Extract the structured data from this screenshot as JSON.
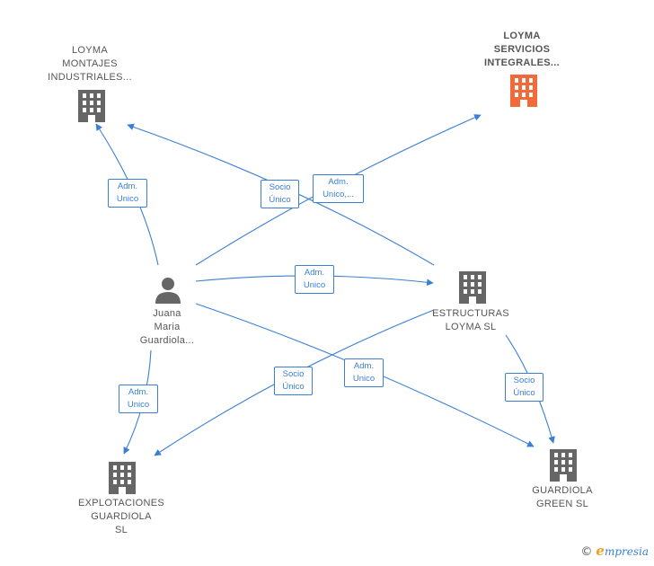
{
  "colors": {
    "edge": "#3a7fd4",
    "node_default": "#666666",
    "node_highlight": "#f26a3a"
  },
  "nodes": {
    "loyma_montajes": {
      "lines": [
        "LOYMA",
        "MONTAJES",
        "INDUSTRIALES..."
      ],
      "icon": "building-icon"
    },
    "loyma_servicios": {
      "lines": [
        "LOYMA",
        "SERVICIOS",
        "INTEGRALES..."
      ],
      "icon": "building-icon-highlighted"
    },
    "juana_maria": {
      "lines": [
        "Juana",
        "Maria",
        "Guardiola..."
      ],
      "icon": "person-icon"
    },
    "estructuras_loyma": {
      "lines": [
        "ESTRUCTURAS",
        "LOYMA SL"
      ],
      "icon": "building-icon"
    },
    "explotaciones_guardiola": {
      "lines": [
        "EXPLOTACIONES",
        "GUARDIOLA",
        "SL"
      ],
      "icon": "building-icon"
    },
    "guardiola_green": {
      "lines": [
        "GUARDIOLA",
        "GREEN  SL"
      ],
      "icon": "building-icon"
    }
  },
  "edge_labels": {
    "adm_unico_montajes": [
      "Adm.",
      "Unico"
    ],
    "socio_unico_montajes": [
      "Socio",
      "Único"
    ],
    "adm_unico_servicios": [
      "Adm.",
      "Unico,..."
    ],
    "adm_unico_estructuras": [
      "Adm.",
      "Unico"
    ],
    "adm_unico_explotaciones": [
      "Adm.",
      "Unico"
    ],
    "socio_unico_explotaciones": [
      "Socio",
      "Único"
    ],
    "adm_unico_green": [
      "Adm.",
      "Unico"
    ],
    "socio_unico_green": [
      "Socio",
      "Único"
    ]
  },
  "brand": {
    "copyright": "©",
    "initial": "e",
    "rest": "mpresia"
  }
}
